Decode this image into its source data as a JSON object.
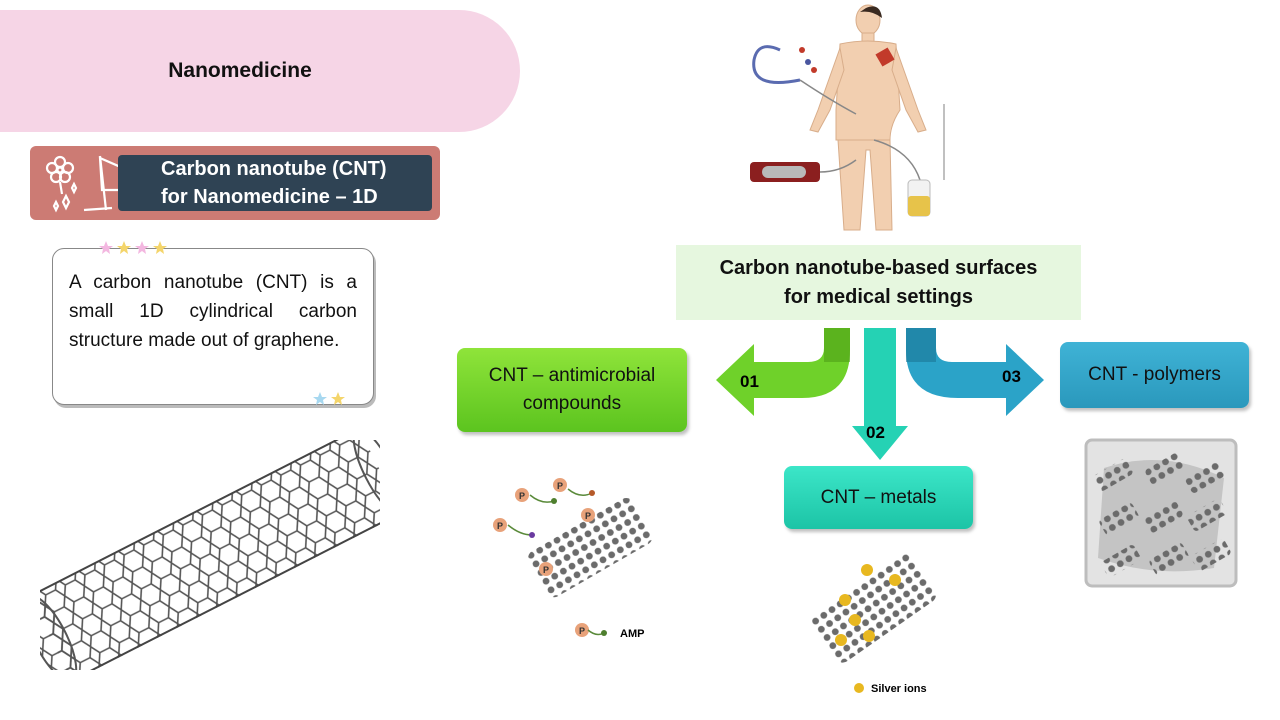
{
  "header": {
    "title": "Nanomedicine"
  },
  "section": {
    "title_line1": "Carbon nanotube (CNT)",
    "title_line2": "for Nanomedicine – 1D"
  },
  "info_card": {
    "text": "A carbon nanotube (CNT) is a small 1D cylindrical carbon structure made out of graphene."
  },
  "hub": {
    "line1": "Carbon nanotube-based surfaces",
    "line2": "for medical settings"
  },
  "branches": [
    {
      "number": "01",
      "label_line1": "CNT – antimicrobial",
      "label_line2": "compounds",
      "color": "#6fd12a"
    },
    {
      "number": "02",
      "label": "CNT – metals",
      "color": "#25d2b4"
    },
    {
      "number": "03",
      "label": "CNT - polymers",
      "color": "#2ba3c8"
    }
  ],
  "captions": {
    "amp": "AMP",
    "silver": "Silver ions",
    "peptide_marker": "P"
  },
  "colors": {
    "header_pink": "#f6d5e6",
    "banner_red": "#cc7b74",
    "banner_navy": "#2f4354",
    "silver_ion": "#e8b820",
    "peptide": "#e8a27a"
  }
}
